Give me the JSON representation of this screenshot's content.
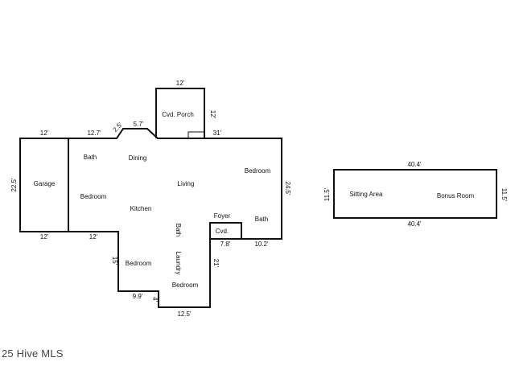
{
  "main_plan": {
    "dimensions": {
      "garage_top": "12'",
      "house_top_left": "12.7'",
      "angle": "2.5'",
      "dining_top": "5.7'",
      "porch_top": "12'",
      "porch_side": "12'",
      "right_top": "31'",
      "garage_left": "22.5'",
      "right_side": "24.5'",
      "garage_bottom": "12'",
      "bottom_left": "12'",
      "bed_left": "15'",
      "bed_bottom": "9.9'",
      "step": "4'",
      "bottom": "12.5'",
      "right_lower": "21'",
      "cvd_bottom": "7.8'",
      "bath_bottom": "10.2'"
    },
    "rooms": {
      "porch": "Cvd. Porch",
      "garage": "Garage",
      "bath_top_left": "Bath",
      "dining": "Dining",
      "bedroom_left": "Bedroom",
      "living": "Living",
      "kitchen": "Kitchen",
      "bedroom_right": "Bedroom",
      "foyer": "Foyer",
      "cvd": "Cvd.",
      "bath_right": "Bath",
      "bath_middle": "Bath",
      "laundry": "Laundry",
      "bedroom_bottom_left": "Bedroom",
      "bedroom_bottom_right": "Bedroom"
    }
  },
  "bonus_plan": {
    "dimensions": {
      "top": "40.4'",
      "bottom": "40.4'",
      "left": "11.5'",
      "right": "11.5'"
    },
    "rooms": {
      "sitting": "Sitting Area",
      "bonus": "Bonus Room"
    }
  },
  "watermark": "25 Hive MLS"
}
